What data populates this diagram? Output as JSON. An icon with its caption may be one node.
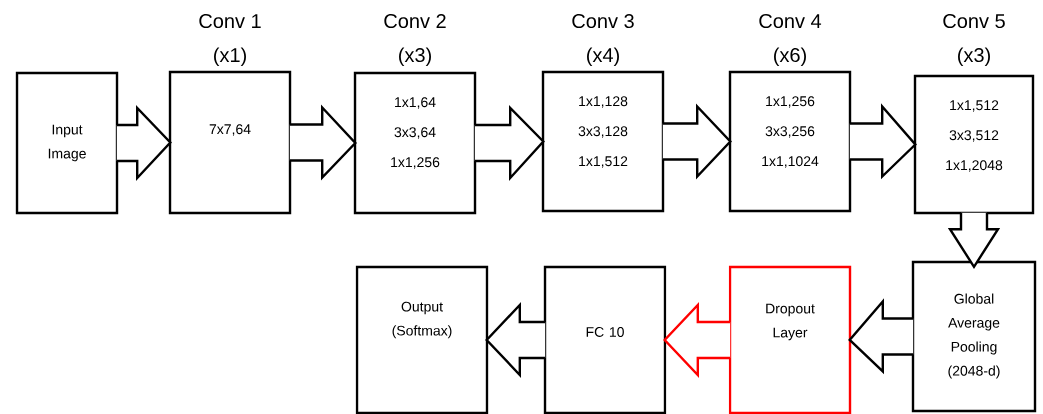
{
  "diagram": {
    "nodes": [
      {
        "text": [
          "Input Image"
        ]
      },
      {
        "text": [
          "Conv 1 (x1)",
          "7x7,64"
        ]
      },
      {
        "text": [
          "Conv 2 (x3)",
          "1x1,64",
          "3x3,64",
          "1x1,256"
        ]
      },
      {
        "text": [
          "Conv 3 (x4)",
          "1x1,128",
          "3x3,128",
          "1x1,512"
        ]
      },
      {
        "text": [
          "Conv 4 (x6)",
          "1x1,256",
          "3x3,256",
          "1x1,1024"
        ]
      },
      {
        "text": [
          "Conv 5 (x3)",
          "1x1,512",
          "3x3,512",
          "1x1,2048"
        ]
      },
      {
        "text": [
          "Global Average Pooling (2048-d)"
        ]
      },
      {
        "text": [
          "Dropout Layer"
        ]
      },
      {
        "text": [
          "FC 10"
        ]
      },
      {
        "text": [
          "Output (Softmax)"
        ]
      }
    ],
    "edges": [
      {
        "from": 0,
        "to": 1,
        "arrow": "to"
      },
      {
        "from": 1,
        "to": 2,
        "arrow": "to"
      },
      {
        "from": 2,
        "to": 3,
        "arrow": "to"
      },
      {
        "from": 3,
        "to": 4,
        "arrow": "to"
      },
      {
        "from": 4,
        "to": 5,
        "arrow": "to"
      },
      {
        "from": 5,
        "to": 6,
        "arrow": "to"
      },
      {
        "from": 6,
        "to": 7,
        "arrow": "to"
      },
      {
        "from": 7,
        "to": 8,
        "arrow": "to",
        "color": "#ff0000"
      },
      {
        "from": 8,
        "to": 9,
        "arrow": "to"
      }
    ]
  }
}
